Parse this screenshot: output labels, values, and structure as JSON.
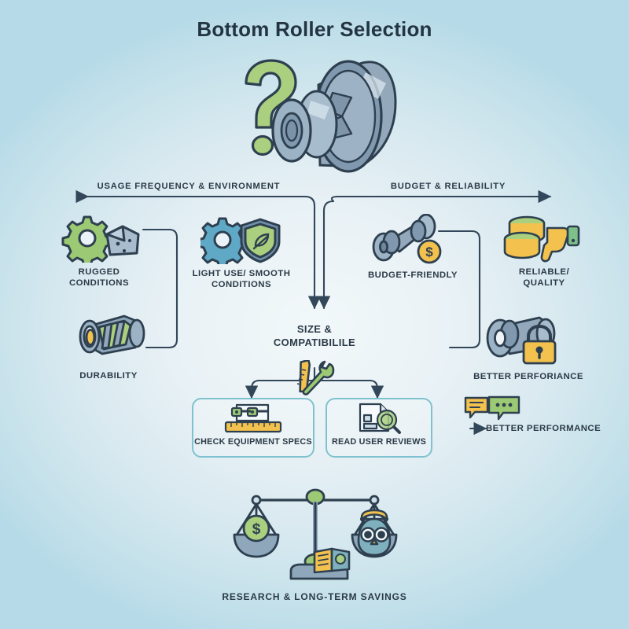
{
  "title": "Bottom Roller Selection",
  "colors": {
    "bg_outer": "#b6dae8",
    "bg_inner": "#f2f8fa",
    "ink": "#2b3a47",
    "line": "#33475a",
    "box_border": "#7fc2cf",
    "green": "#9cc973",
    "yellow": "#f2c14e",
    "steel": "#8fa7bb",
    "teal": "#7fb8c4"
  },
  "hero": {
    "icon": "roller-wheel-icon",
    "question_icon": "question-mark-icon"
  },
  "branches": [
    {
      "id": "left",
      "label": "USAGE FREQUENCY & ENVIRONMENT"
    },
    {
      "id": "right",
      "label": "BUDGET & RELIABILITY"
    }
  ],
  "nodes": [
    {
      "id": "rugged",
      "label": "RUGGED\nCONDITIONS",
      "icon": "gear-and-rock-icon"
    },
    {
      "id": "light-use",
      "label": "LIGHT USE/ SMOOTH CONDITIONS",
      "icon": "gear-and-shield-icon"
    },
    {
      "id": "durability",
      "label": "DURABILITY",
      "icon": "roller-bearing-icon"
    },
    {
      "id": "budget",
      "label": "BUDGET-FRIENDLY",
      "icon": "roller-and-coin-icon"
    },
    {
      "id": "reliable",
      "label": "RELIABLE/\nQUALITY",
      "icon": "coins-and-thumb-icon"
    },
    {
      "id": "performance",
      "label": "BETTER PERFORIANCE",
      "icon": "roller-and-lock-icon"
    }
  ],
  "center": {
    "label": "SIZE &\nCOMPATIBILILE",
    "icon": "wrench-and-ruler-icon"
  },
  "boxes": [
    {
      "id": "specs",
      "label": "CHECK EQUIPMENT SPECS",
      "icon": "equipment-ruler-icon"
    },
    {
      "id": "reviews",
      "label": "READ USER REVIEWS",
      "icon": "document-magnifier-icon"
    }
  ],
  "callout": {
    "label": "BETTER PERFORMANCE",
    "icon": "chat-bubbles-icon",
    "arrow": "arrow-right-icon"
  },
  "bottom": {
    "label": "RESEARCH & LONG-TERM SAVINGS",
    "icon": "balance-scale-icon"
  }
}
